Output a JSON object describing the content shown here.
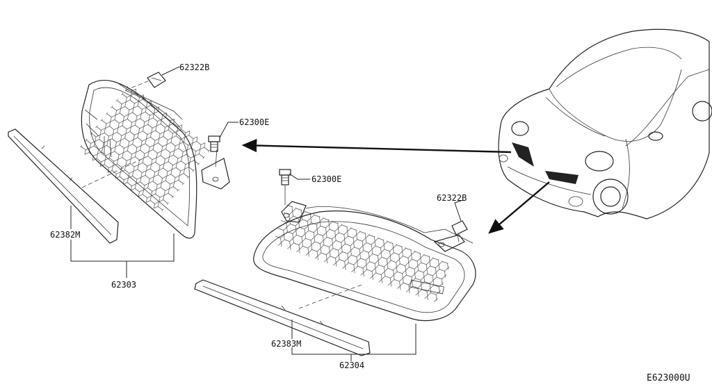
{
  "labels": {
    "clip_upper_left": "62322B",
    "fastener_left": "62300E",
    "fastener_right": "62300E",
    "clip_right": "62322B",
    "molding_left": "62382M",
    "grille_left_assy": "62303",
    "molding_right": "62383M",
    "grille_right_assy": "62304"
  },
  "diagram_code": "E623000U"
}
